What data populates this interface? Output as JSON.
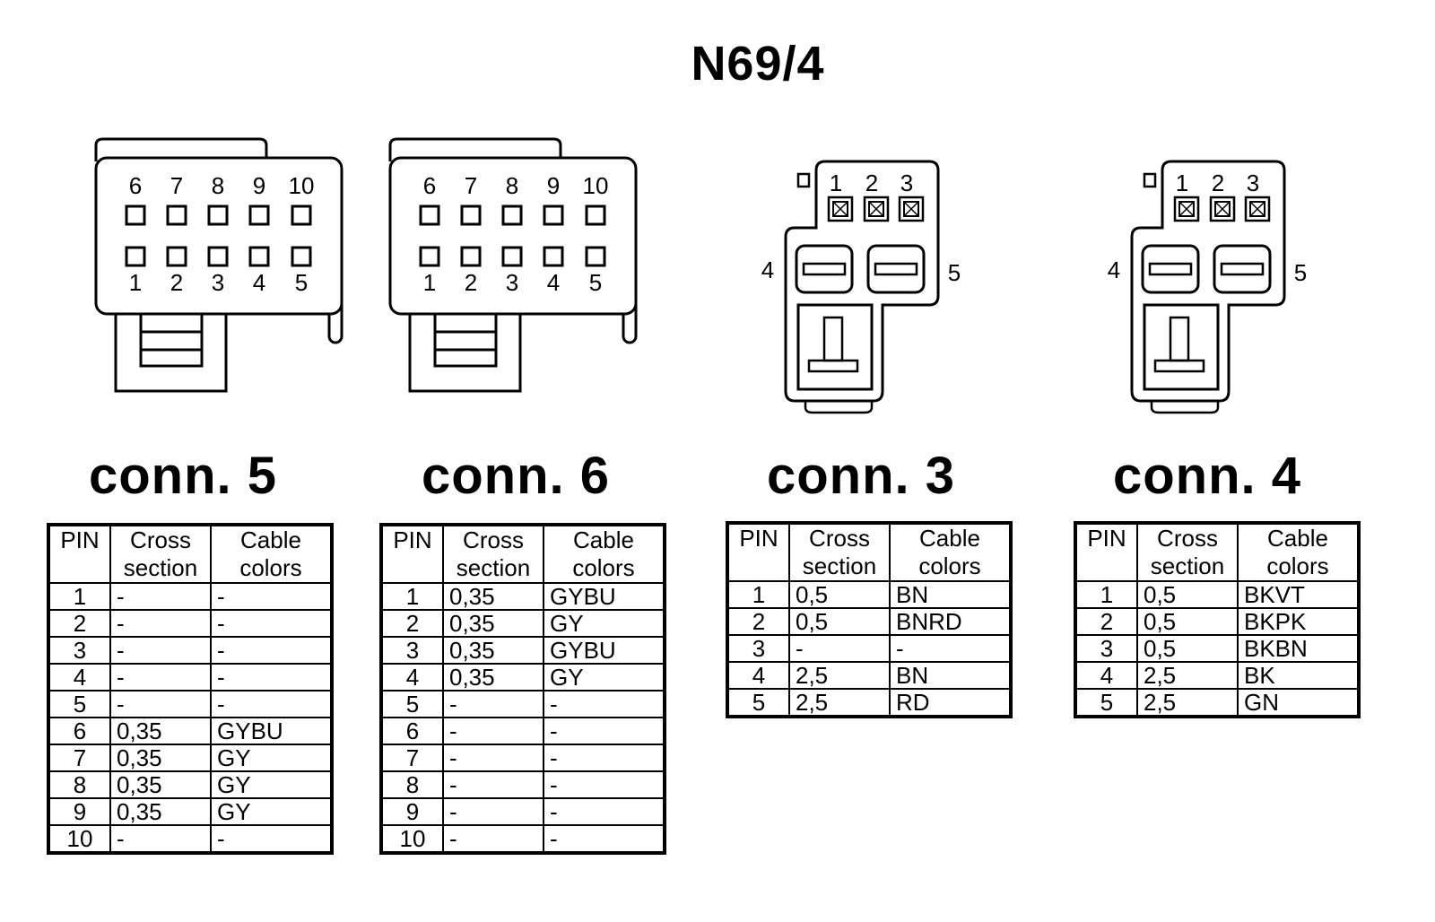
{
  "title": "N69/4",
  "connectors": [
    {
      "label": "conn. 5",
      "top_pins": [
        "6",
        "7",
        "8",
        "9",
        "10"
      ],
      "bottom_pins": [
        "1",
        "2",
        "3",
        "4",
        "5"
      ],
      "headers": [
        "PIN",
        "Cross section",
        "Cable colors"
      ],
      "rows": [
        [
          "1",
          "-",
          "-"
        ],
        [
          "2",
          "-",
          "-"
        ],
        [
          "3",
          "-",
          "-"
        ],
        [
          "4",
          "-",
          "-"
        ],
        [
          "5",
          "-",
          "-"
        ],
        [
          "6",
          "0,35",
          "GYBU"
        ],
        [
          "7",
          "0,35",
          "GY"
        ],
        [
          "8",
          "0,35",
          "GY"
        ],
        [
          "9",
          "0,35",
          "GY"
        ],
        [
          "10",
          "-",
          "-"
        ]
      ]
    },
    {
      "label": "conn. 6",
      "top_pins": [
        "6",
        "7",
        "8",
        "9",
        "10"
      ],
      "bottom_pins": [
        "1",
        "2",
        "3",
        "4",
        "5"
      ],
      "headers": [
        "PIN",
        "Cross section",
        "Cable colors"
      ],
      "rows": [
        [
          "1",
          "0,35",
          "GYBU"
        ],
        [
          "2",
          "0,35",
          "GY"
        ],
        [
          "3",
          "0,35",
          "GYBU"
        ],
        [
          "4",
          "0,35",
          "GY"
        ],
        [
          "5",
          "-",
          "-"
        ],
        [
          "6",
          "-",
          "-"
        ],
        [
          "7",
          "-",
          "-"
        ],
        [
          "8",
          "-",
          "-"
        ],
        [
          "9",
          "-",
          "-"
        ],
        [
          "10",
          "-",
          "-"
        ]
      ]
    },
    {
      "label": "conn. 3",
      "top_pins": [
        "1",
        "2",
        "3"
      ],
      "side_pins": [
        "4",
        "5"
      ],
      "headers": [
        "PIN",
        "Cross section",
        "Cable colors"
      ],
      "rows": [
        [
          "1",
          "0,5",
          "BN"
        ],
        [
          "2",
          "0,5",
          "BNRD"
        ],
        [
          "3",
          "-",
          "-"
        ],
        [
          "4",
          "2,5",
          "BN"
        ],
        [
          "5",
          "2,5",
          "RD"
        ]
      ]
    },
    {
      "label": "conn. 4",
      "top_pins": [
        "1",
        "2",
        "3"
      ],
      "side_pins": [
        "4",
        "5"
      ],
      "headers": [
        "PIN",
        "Cross section",
        "Cable colors"
      ],
      "rows": [
        [
          "1",
          "0,5",
          "BKVT"
        ],
        [
          "2",
          "0,5",
          "BKPK"
        ],
        [
          "3",
          "0,5",
          "BKBN"
        ],
        [
          "4",
          "2,5",
          "BK"
        ],
        [
          "5",
          "2,5",
          "GN"
        ]
      ]
    }
  ]
}
